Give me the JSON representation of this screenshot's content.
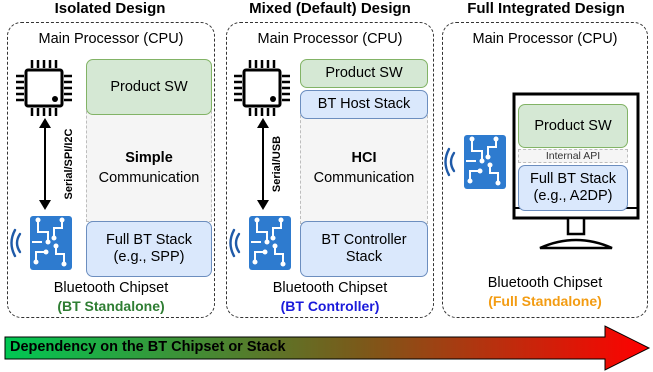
{
  "columns": [
    {
      "title": "Isolated Design",
      "cpu_label": "Main Processor (CPU)",
      "top_box": "Product SW",
      "comm_title": "Simple",
      "comm_text": "Communication",
      "bus_label": "Serial/SPI/I2C",
      "bottom_box_line1": "Full BT Stack",
      "bottom_box_line2": "(e.g., SPP)",
      "chip_label": "Bluetooth Chipset",
      "sub_label": "(BT Standalone)"
    },
    {
      "title": "Mixed (Default) Design",
      "cpu_label": "Main Processor (CPU)",
      "top_box": "Product SW",
      "host_box": "BT Host Stack",
      "comm_title": "HCI",
      "comm_text": "Communication",
      "bus_label": "Serial/USB",
      "bottom_box_line1": "BT Controller",
      "bottom_box_line2": "Stack",
      "chip_label": "Bluetooth Chipset",
      "sub_label": "(BT Controller)"
    },
    {
      "title": "Full Integrated Design",
      "cpu_label": "Main Processor (CPU)",
      "top_box": "Product SW",
      "api_label": "Internal API",
      "bottom_box_line1": "Full BT Stack",
      "bottom_box_line2": "(e.g., A2DP)",
      "chip_label": "Bluetooth Chipset",
      "sub_label": "(Full Standalone)"
    }
  ],
  "arrow_label": "Dependency on the BT Chipset or Stack",
  "colors": {
    "standalone": "#2e7d32",
    "controller": "#1a1adb",
    "full": "#f39c12",
    "green_fill": "#d5e8d4",
    "blue_fill": "#dae8fc",
    "arrow_start": "#00c853",
    "arrow_end": "#ff0000"
  },
  "icons": [
    "cpu-chip-icon",
    "bluetooth-circuit-icon",
    "monitor-icon"
  ]
}
